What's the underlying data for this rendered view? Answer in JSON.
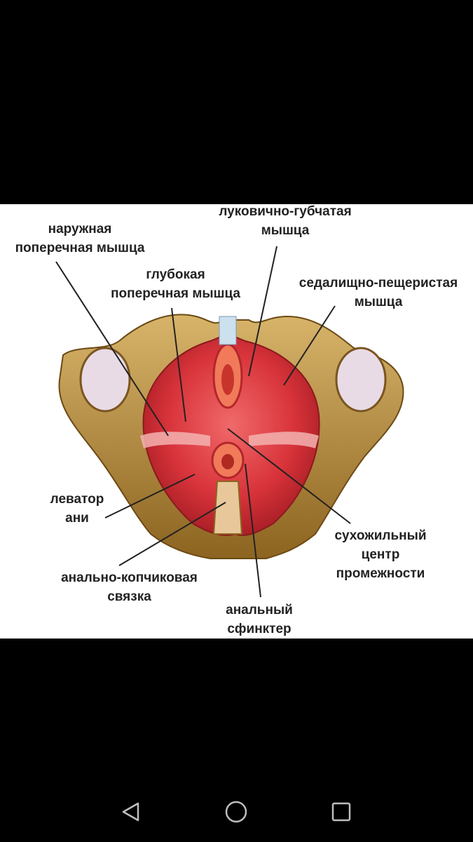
{
  "figure": {
    "labels": {
      "external_transverse": [
        "наружная",
        "поперечная мышца"
      ],
      "bulbospongiosus": [
        "луковично-губчатая",
        "мышца"
      ],
      "deep_transverse": [
        "глубокая",
        "поперечная мышца"
      ],
      "ischiocavernosus": [
        "седалищно-пещеристая",
        "мышца"
      ],
      "levator_ani": [
        "леватор",
        "ани"
      ],
      "perineal_body": [
        "сухожильный",
        "центр",
        "промежности"
      ],
      "anococcygeal_ligament": [
        "анально-копчиковая",
        "связка"
      ],
      "anal_sphincter": [
        "анальный",
        "сфинктер"
      ]
    }
  },
  "colors": {
    "screen_background": "#000000",
    "image_background": "#ffffff",
    "muscle": "#d8333a",
    "bone": "#b88a3a",
    "nav_icon": "#bdbdbd"
  },
  "nav": {
    "back_icon": "triangle-back-icon",
    "home_icon": "circle-home-icon",
    "recents_icon": "square-recents-icon"
  }
}
